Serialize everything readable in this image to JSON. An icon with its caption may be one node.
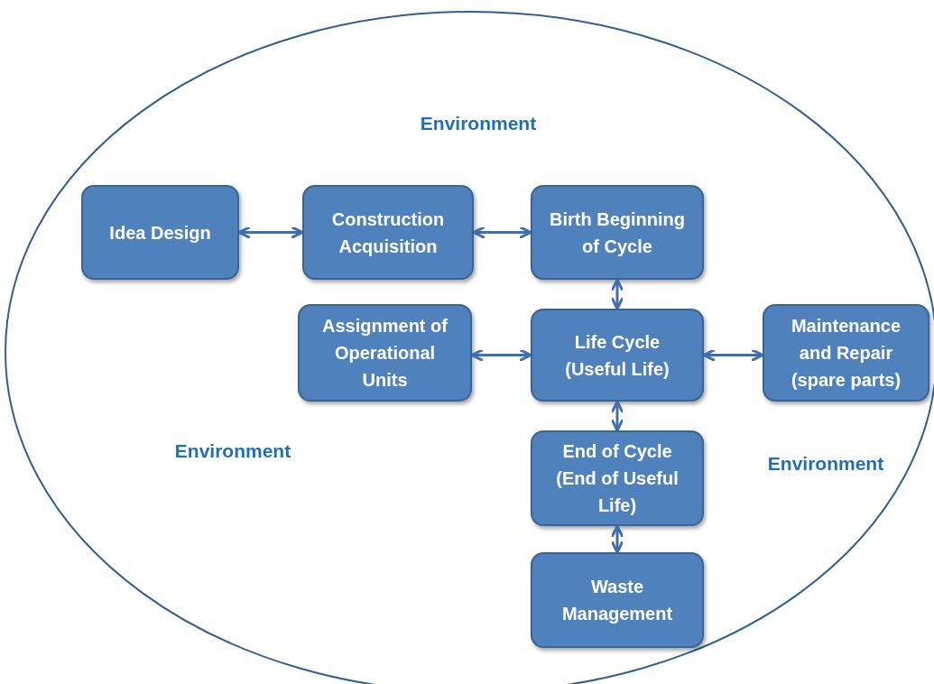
{
  "diagram": {
    "nodes": [
      {
        "text": [
          "Environment",
          "Environment",
          "Environment"
        ]
      },
      {
        "text": [
          "Idea Design"
        ],
        "in": 0
      },
      {
        "text": [
          "Construction Acquisition"
        ],
        "in": 0
      },
      {
        "text": [
          "Birth Beginning of Cycle"
        ],
        "in": 0
      },
      {
        "text": [
          "Assignment of Operational Units"
        ],
        "in": 0
      },
      {
        "text": [
          "Life  Cycle (Useful Life)"
        ],
        "in": 0
      },
      {
        "text": [
          "Maintenance and Repair (spare parts)"
        ],
        "in": 0
      },
      {
        "text": [
          "End of Cycle (End of Useful Life)"
        ],
        "in": 0
      },
      {
        "text": [
          "Waste Management"
        ],
        "in": 0
      }
    ],
    "edges": [
      {
        "from": 1,
        "to": 2,
        "arrow": "both"
      },
      {
        "from": 2,
        "to": 3,
        "arrow": "both"
      },
      {
        "from": 3,
        "to": 5,
        "arrow": "both"
      },
      {
        "from": 4,
        "to": 5,
        "arrow": "both"
      },
      {
        "from": 5,
        "to": 6,
        "arrow": "both"
      },
      {
        "from": 5,
        "to": 7,
        "arrow": "both"
      },
      {
        "from": 7,
        "to": 8,
        "arrow": "both"
      }
    ]
  }
}
